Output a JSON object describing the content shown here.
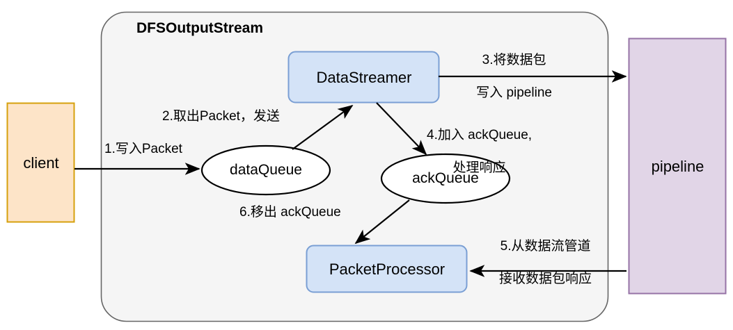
{
  "diagram": {
    "title": "DFSOutputStream",
    "container": {
      "label": "DFSOutputStream",
      "fill": "#f5f5f5",
      "stroke": "#666666"
    },
    "nodes": [
      {
        "id": "client",
        "label": "client",
        "shape": "rect",
        "fill": "#fde4c8",
        "stroke": "#d6a00c",
        "font_size": 22
      },
      {
        "id": "datastreamer",
        "label": "DataStreamer",
        "shape": "rounded-rect",
        "fill": "#d4e3f7",
        "stroke": "#7a9fd4",
        "font_size": 22
      },
      {
        "id": "dataqueue",
        "label": "dataQueue",
        "shape": "ellipse",
        "fill": "#ffffff",
        "stroke": "#000000",
        "font_size": 21
      },
      {
        "id": "ackqueue",
        "label": "ackQueue",
        "shape": "ellipse",
        "fill": "#ffffff",
        "stroke": "#000000",
        "font_size": 21
      },
      {
        "id": "packetprocessor",
        "label": "PacketProcessor",
        "shape": "rounded-rect",
        "fill": "#d4e3f7",
        "stroke": "#7a9fd4",
        "font_size": 22
      },
      {
        "id": "pipeline",
        "label": "pipeline",
        "shape": "rect",
        "fill": "#e1d5e7",
        "stroke": "#9673a6",
        "font_size": 22
      }
    ],
    "edges": [
      {
        "id": "edge-1",
        "from": "client",
        "to": "dataqueue",
        "label": "1.写入Packet"
      },
      {
        "id": "edge-2",
        "from": "dataqueue",
        "to": "datastreamer",
        "label": "2.取出Packet，发送"
      },
      {
        "id": "edge-3",
        "from": "datastreamer",
        "to": "pipeline",
        "label_line1": "3.将数据包",
        "label_line2": "写入 pipeline"
      },
      {
        "id": "edge-4",
        "from": "datastreamer",
        "to": "ackqueue",
        "label_line1": "4.加入 ackQueue,",
        "label_line2": "处理响应"
      },
      {
        "id": "edge-5",
        "from": "pipeline",
        "to": "packetprocessor",
        "label_line1": "5.从数据流管道",
        "label_line2": "接收数据包响应"
      },
      {
        "id": "edge-6",
        "from": "ackqueue",
        "to": "packetprocessor",
        "label": "6.移出 ackQueue"
      }
    ]
  }
}
